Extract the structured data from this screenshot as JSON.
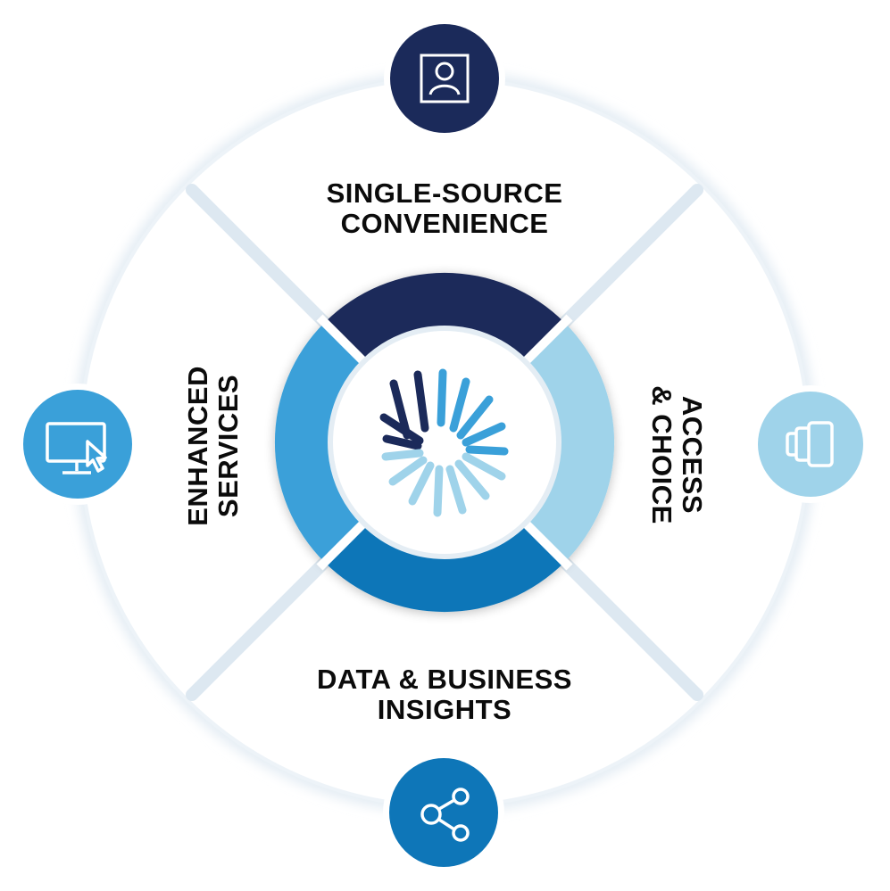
{
  "sections": {
    "top": {
      "line1": "SINGLE-SOURCE",
      "line2": "CONVENIENCE",
      "icon": "user-portrait-icon"
    },
    "right": {
      "line1": "ACCESS",
      "line2": "& CHOICE",
      "icon": "cards-stack-icon"
    },
    "bottom": {
      "line1": "DATA & BUSINESS",
      "line2": "INSIGHTS",
      "icon": "share-nodes-icon"
    },
    "left": {
      "line1": "ENHANCED",
      "line2": "SERVICES",
      "icon": "monitor-cursor-icon"
    }
  },
  "center": {
    "icon": "burst-logo-icon"
  },
  "colors": {
    "navy": "#1b2a5a",
    "mid_blue": "#3aa0d9",
    "light_blue": "#9fd3ea",
    "dark_blue": "#0e76b8",
    "ring_outline": "#e6eff6",
    "text": "#0b0b0b"
  }
}
